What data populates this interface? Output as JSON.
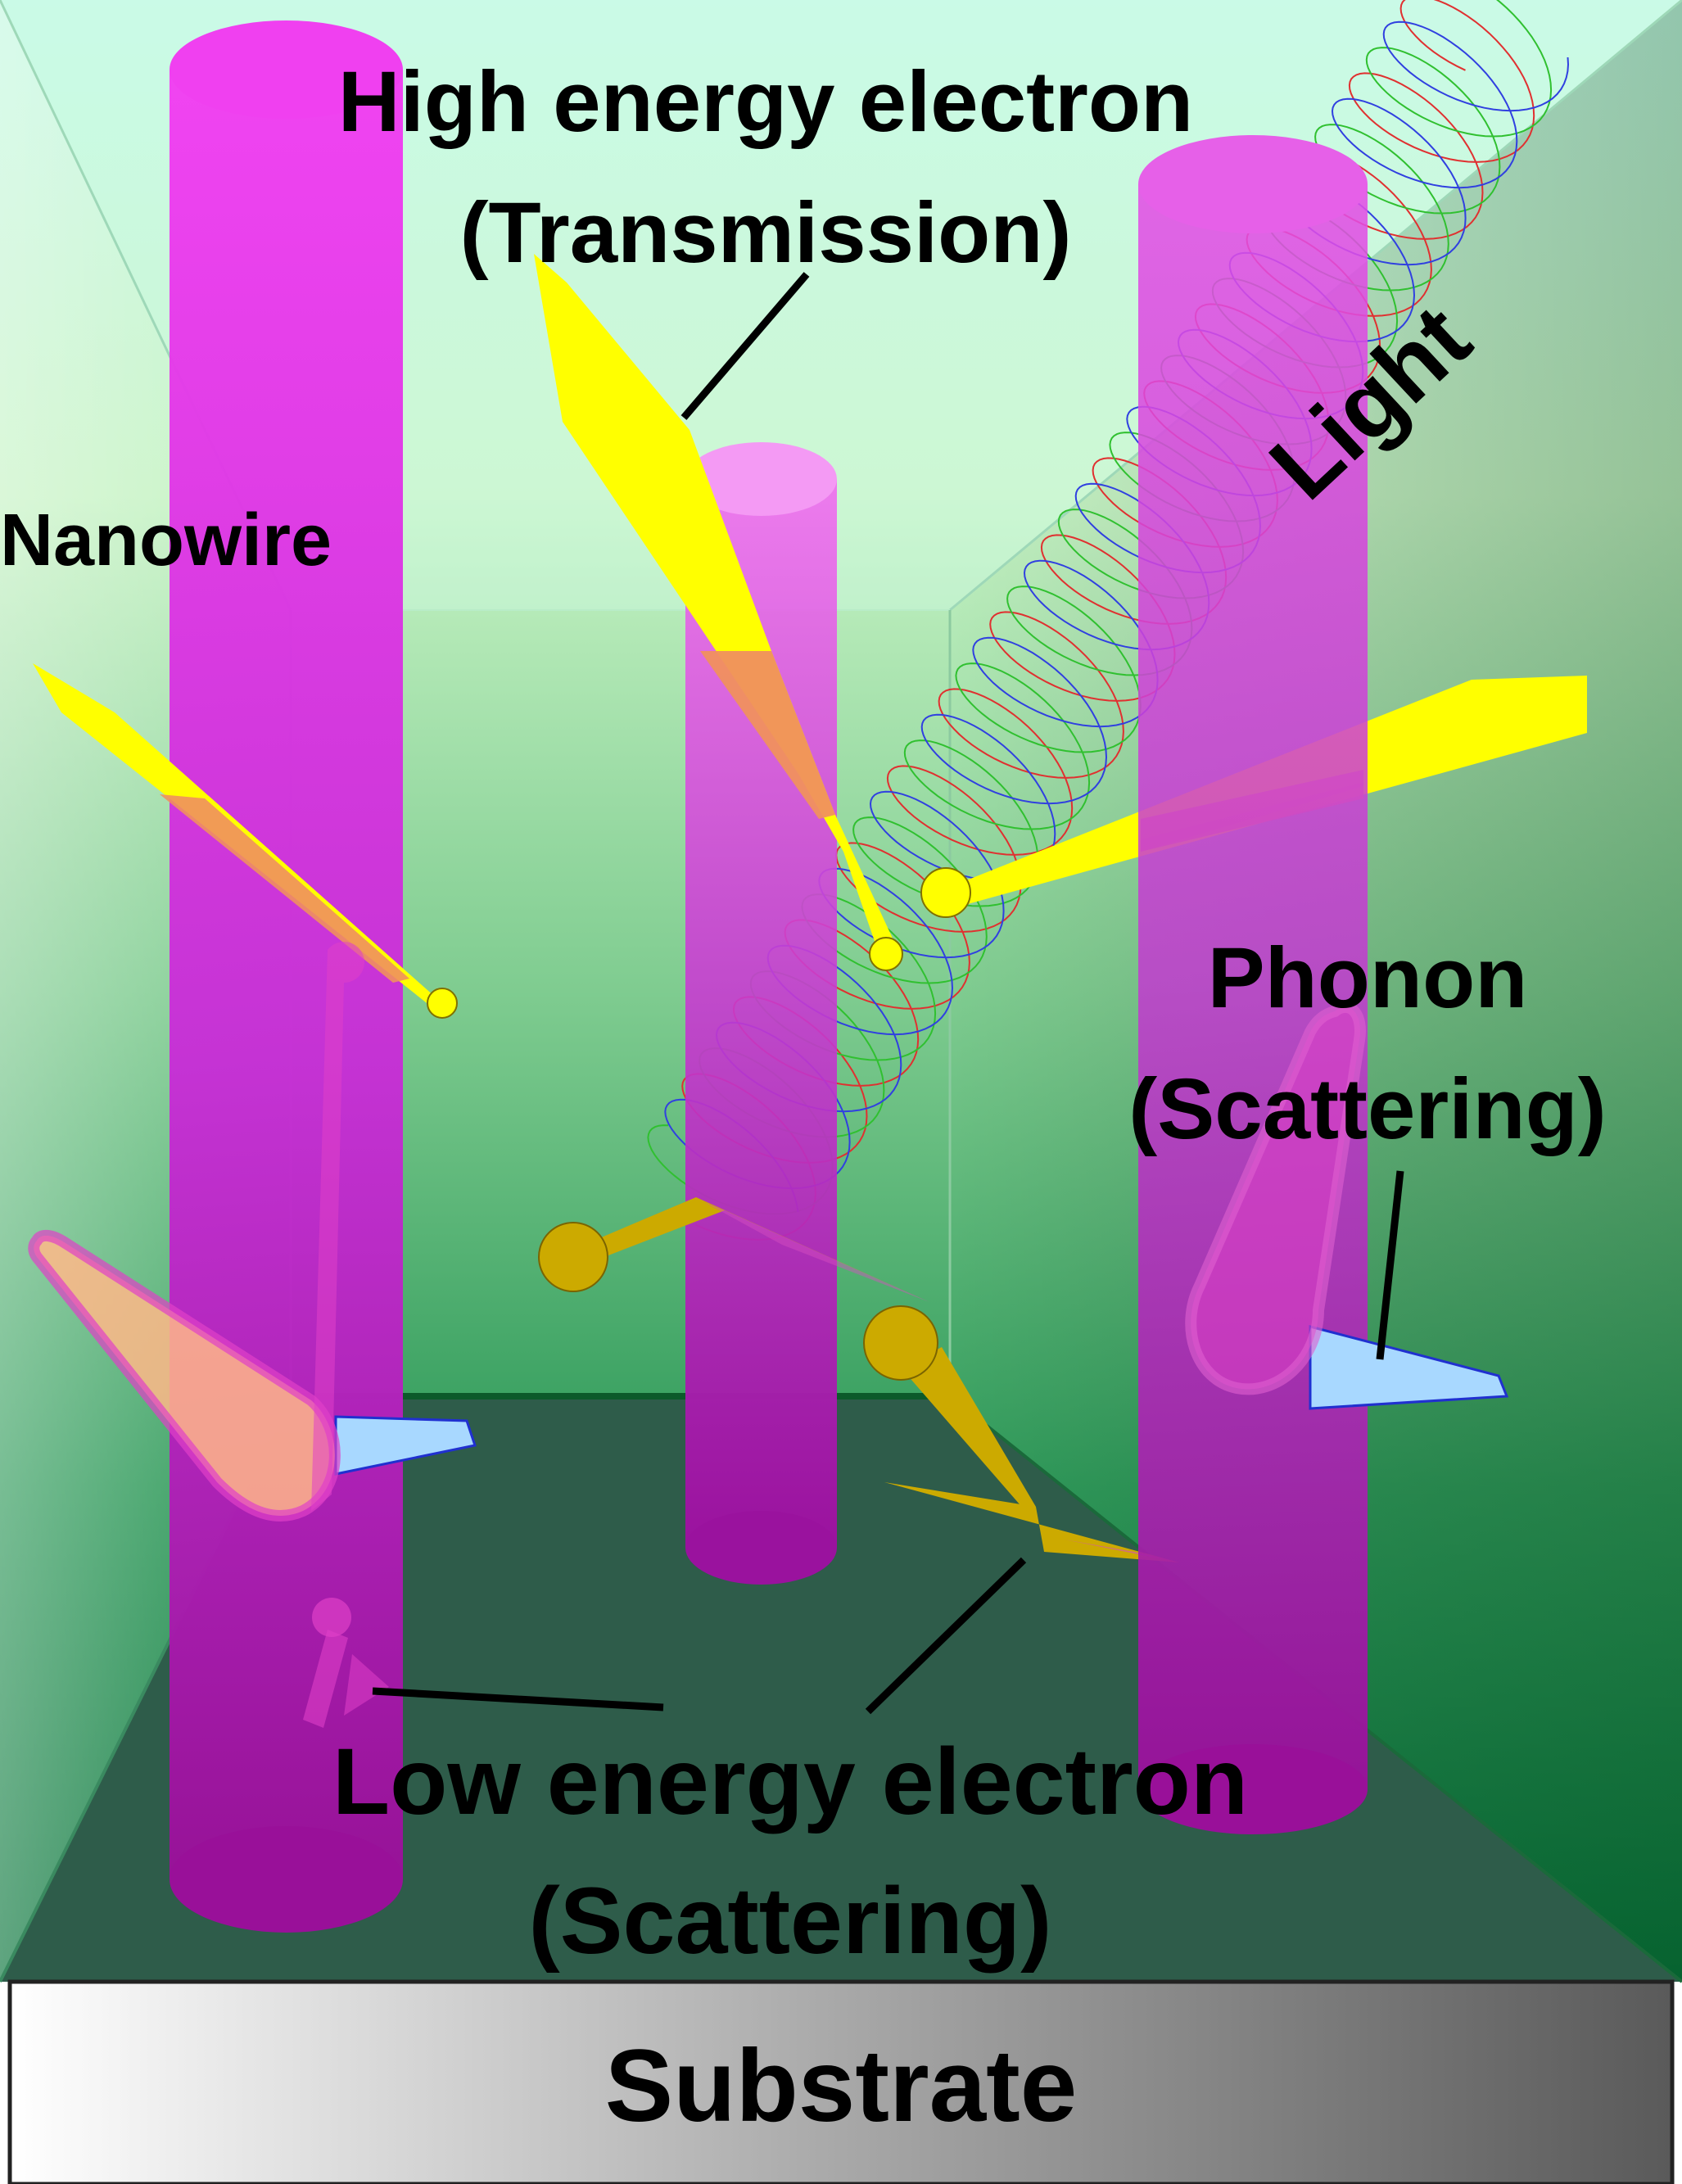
{
  "labels": {
    "high_energy_line1": "High energy electron",
    "high_energy_line2": "(Transmission)",
    "nanowire": "Nanowire",
    "light": "Light",
    "phonon_line1": "Phonon",
    "phonon_line2": "(Scattering)",
    "low_energy_line1": "Low energy electron",
    "low_energy_line2": "(Scattering)",
    "substrate": "Substrate"
  },
  "colors": {
    "nanowire": "#d42de0",
    "high_energy_electron": "#ffff00",
    "low_energy_electron": "#ccaa00",
    "phonon": "#e040c8",
    "phonon_tail": "#9fd0ff",
    "light_wave": [
      "#e03030",
      "#30c030",
      "#3040e0"
    ],
    "background_top": "#c8f5d0",
    "background_bottom": "#007a30",
    "substrate": "#a0a0a0"
  }
}
